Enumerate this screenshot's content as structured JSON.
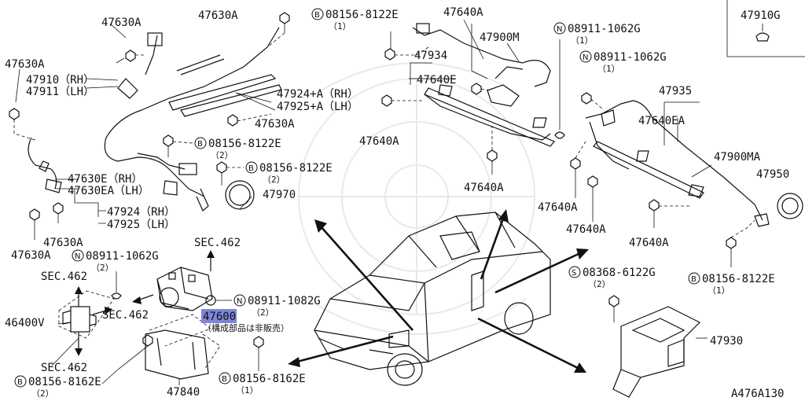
{
  "parts": {
    "p47630A_1": "47630A",
    "p47630A_2": "47630A",
    "p47630A_3": "47630A",
    "p47630A_4": "47630A",
    "p47630A_5": "47630A",
    "p47630A_6": "47630A",
    "p47910": "47910（RH）",
    "p47911": "47911（LH）",
    "p47924A": "47924+A（RH）",
    "p47925A": "47925+A（LH）",
    "p47630E": "47630E（RH）",
    "p47630EA": "47630EA（LH）",
    "p47924": "47924（RH）",
    "p47925": "47925（LH）",
    "p47970": "47970",
    "p47640A_top": "47640A",
    "p47900M": "47900M",
    "p47934": "47934",
    "p47640E": "47640E",
    "p47640A_l": "47640A",
    "p47640A_m": "47640A",
    "p47910G": "47910G",
    "p47935": "47935",
    "p47640EA": "47640EA",
    "p47900MA": "47900MA",
    "p47950": "47950",
    "p47640A_r1": "47640A",
    "p47640A_r2": "47640A",
    "p47640A_r3": "47640A",
    "p47930": "47930",
    "p46400V": "46400V",
    "p47600": "47600",
    "p47600_note": "（構成部品は非販売）",
    "p47840": "47840",
    "diagram_id": "A476A130"
  },
  "callouts": {
    "b08156_8122E_top": {
      "mark": "B",
      "code": "08156-8122E",
      "qty": "（1）"
    },
    "b08156_8122E_mid1": {
      "mark": "B",
      "code": "08156-8122E",
      "qty": "（2）"
    },
    "b08156_8122E_mid2": {
      "mark": "B",
      "code": "08156-8122E",
      "qty": "（2）"
    },
    "n08911_1062G_top": {
      "mark": "N",
      "code": "08911-1062G",
      "qty": "（1）"
    },
    "n08911_1062G_r": {
      "mark": "N",
      "code": "08911-1062G",
      "qty": "（1）"
    },
    "n08911_1062G_l": {
      "mark": "N",
      "code": "08911-1062G",
      "qty": "（2）"
    },
    "n08911_1082G": {
      "mark": "N",
      "code": "08911-1082G",
      "qty": "（2）"
    },
    "s08368_6122G": {
      "mark": "S",
      "code": "08368-6122G",
      "qty": "（2）"
    },
    "b08156_8122E_r": {
      "mark": "B",
      "code": "08156-8122E",
      "qty": "（1）"
    },
    "b08156_8162E_l": {
      "mark": "B",
      "code": "08156-8162E",
      "qty": "（2）"
    },
    "b08156_8162E_m": {
      "mark": "B",
      "code": "08156-8162E",
      "qty": "（1）"
    }
  },
  "sections": {
    "sec462_a": "SEC.462",
    "sec462_b": "SEC.462",
    "sec462_c": "SEC.462",
    "sec462_d": "SEC.462"
  },
  "highlight_color": "#7f86d8"
}
